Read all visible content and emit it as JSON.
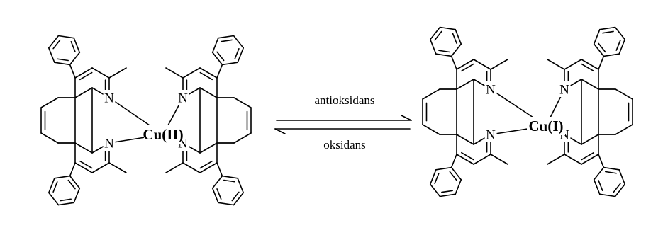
{
  "reaction": {
    "forward_label": "antioksidans",
    "reverse_label": "oksidans"
  },
  "left_complex": {
    "metal_label": "Cu(II)",
    "ligand_atom_label": "N"
  },
  "right_complex": {
    "metal_label": "Cu(I)",
    "ligand_atom_label": "N"
  }
}
